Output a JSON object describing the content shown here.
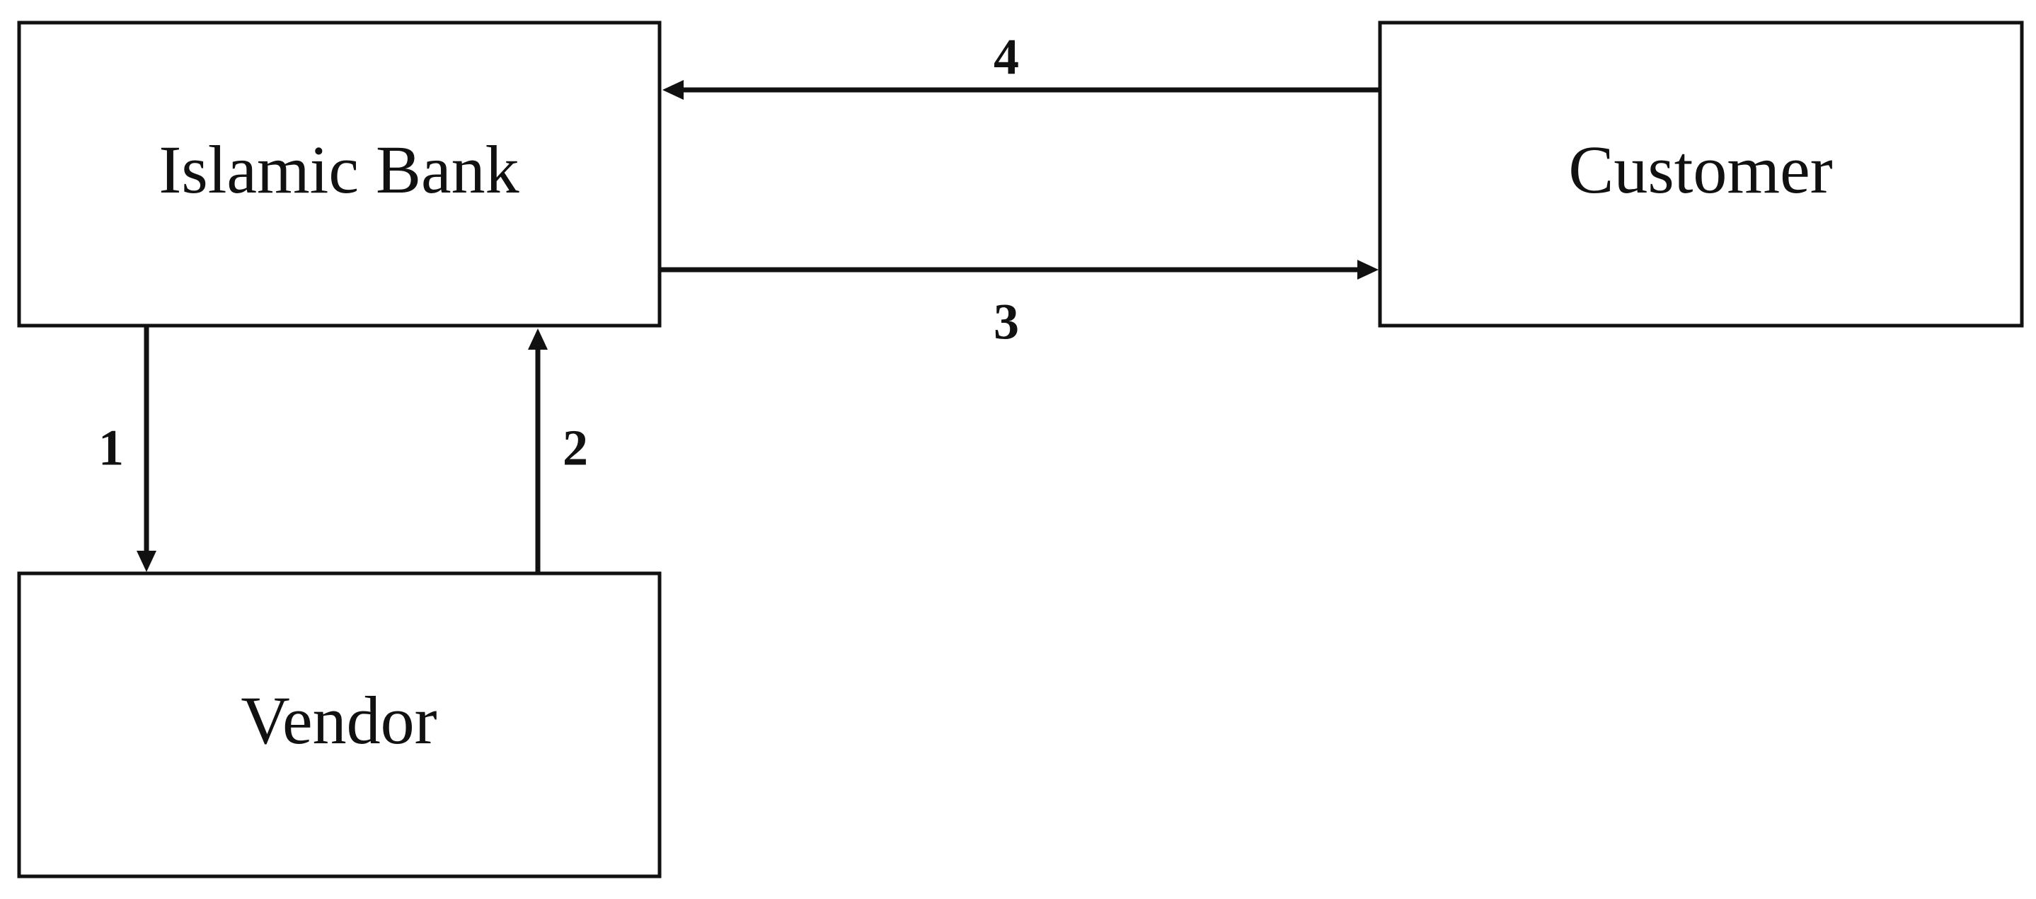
{
  "nodes": {
    "bank": {
      "label": "Islamic Bank"
    },
    "customer": {
      "label": "Customer"
    },
    "vendor": {
      "label": "Vendor"
    }
  },
  "edges": [
    {
      "id": "e1",
      "from": "bank",
      "to": "vendor",
      "label": "1"
    },
    {
      "id": "e2",
      "from": "vendor",
      "to": "bank",
      "label": "2"
    },
    {
      "id": "e3",
      "from": "bank",
      "to": "customer",
      "label": "3"
    },
    {
      "id": "e4",
      "from": "customer",
      "to": "bank",
      "label": "4"
    }
  ],
  "colors": {
    "stroke": "#111111",
    "background": "#ffffff"
  }
}
